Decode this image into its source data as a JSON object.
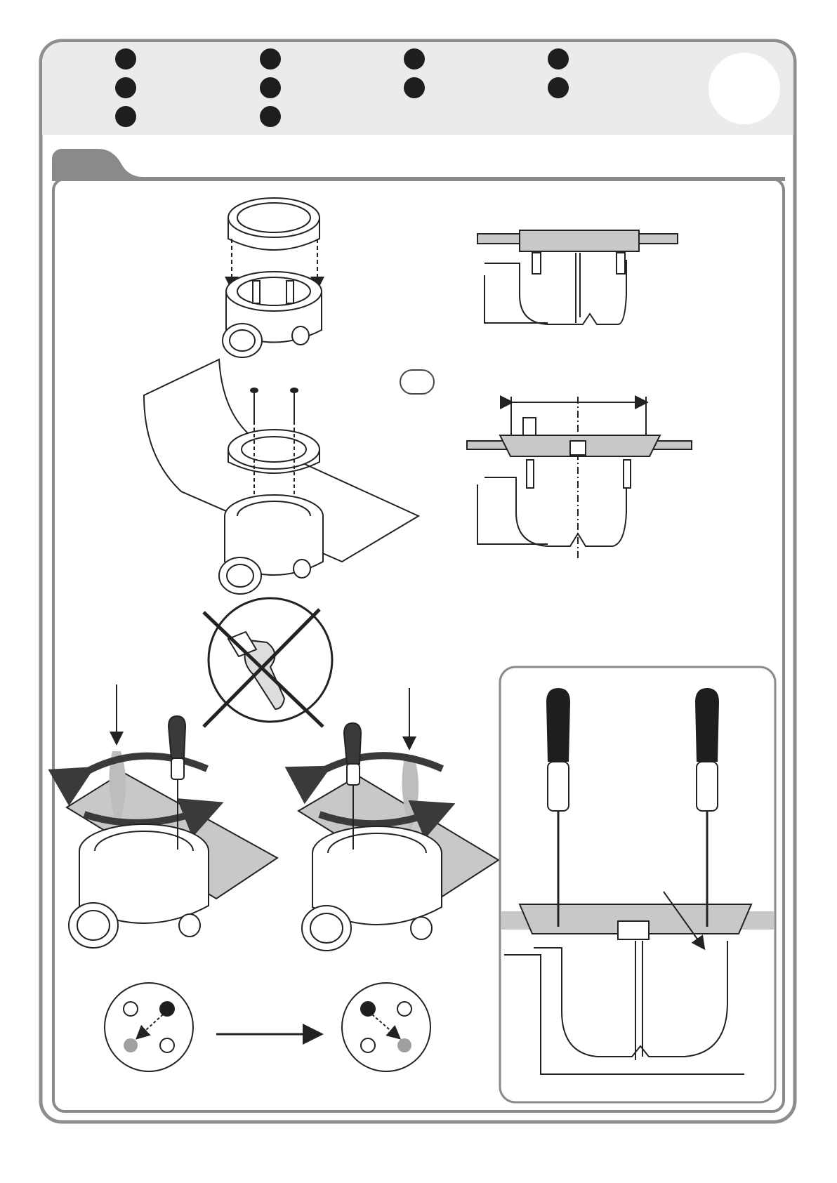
{
  "header": {
    "language_dots": [
      {
        "row": 1,
        "col": 1,
        "label": ""
      },
      {
        "row": 1,
        "col": 2,
        "label": ""
      },
      {
        "row": 1,
        "col": 3,
        "label": ""
      },
      {
        "row": 1,
        "col": 4,
        "label": ""
      },
      {
        "row": 2,
        "col": 1,
        "label": ""
      },
      {
        "row": 2,
        "col": 2,
        "label": ""
      },
      {
        "row": 2,
        "col": 3,
        "label": ""
      },
      {
        "row": 2,
        "col": 4,
        "label": ""
      },
      {
        "row": 3,
        "col": 1,
        "label": ""
      },
      {
        "row": 3,
        "col": 2,
        "label": ""
      }
    ],
    "page_badge": ""
  },
  "section": {
    "tab_label": ""
  },
  "figures": {
    "assembly": {
      "name": "drain-assembly-exploded",
      "icon": "exploded-view-icon"
    },
    "section_top": {
      "name": "drain-cross-section-simple"
    },
    "section_detail": {
      "name": "drain-cross-section-dimensioned",
      "option_badge": ""
    },
    "prohibited": {
      "name": "no-power-drill",
      "icon": "prohibited-drill-icon"
    },
    "screw_left": {
      "name": "screw-tightening-left"
    },
    "screw_right": {
      "name": "screw-tightening-right"
    },
    "sequence_left": {
      "name": "screw-order-before",
      "pattern": [
        "white",
        "black",
        "grey",
        "white"
      ]
    },
    "sequence_right": {
      "name": "screw-order-after",
      "pattern": [
        "black",
        "white",
        "white",
        "grey"
      ]
    },
    "detail_panel": {
      "name": "screwdriver-detail-panel"
    }
  },
  "colors": {
    "frame": "#8e8e8e",
    "header_bg": "#ebebeb",
    "dot": "#1e1e1e",
    "tab": "#8a8a8a",
    "surface_grey": "#c8c8c8",
    "arrow": "#3a3a3a",
    "grey_dot": "#a0a0a0"
  }
}
